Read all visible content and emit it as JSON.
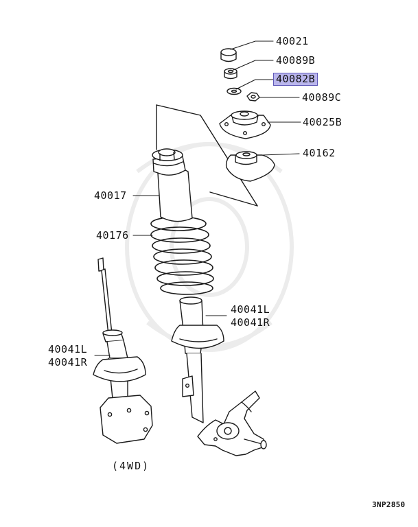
{
  "diagram": {
    "colors": {
      "line": "#1a1a1a",
      "highlight": "#b9b5ec",
      "highlight_border": "#5e58b8",
      "watermark": "#ececec"
    },
    "labels": {
      "p40021": "40021",
      "p40089b": "40089B",
      "p40082b": "40082B",
      "p40089c": "40089C",
      "p40025b": "40025B",
      "p40162": "40162",
      "p40017": "40017",
      "p40176": "40176",
      "p40041l_main": "40041L",
      "p40041r_main": "40041R",
      "p40041l_4wd": "40041L",
      "p40041r_4wd": "40041R"
    },
    "highlighted_part": "40082B",
    "caption_4wd": "(4WD)",
    "diagram_code": "3NP2850"
  }
}
